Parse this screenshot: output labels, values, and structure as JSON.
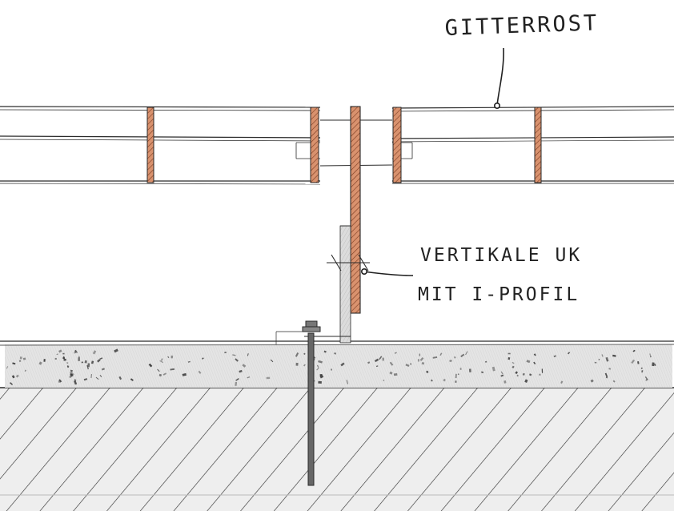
{
  "labels": {
    "grating": "GITTERROST",
    "substructure_line1": "VERTIKALE UK",
    "substructure_line2": "MIT I-PROFIL"
  },
  "colors": {
    "ink": "#2a2a2a",
    "copper": "#d9926e",
    "concrete": "#e2e2e2",
    "soil": "#ececec"
  }
}
